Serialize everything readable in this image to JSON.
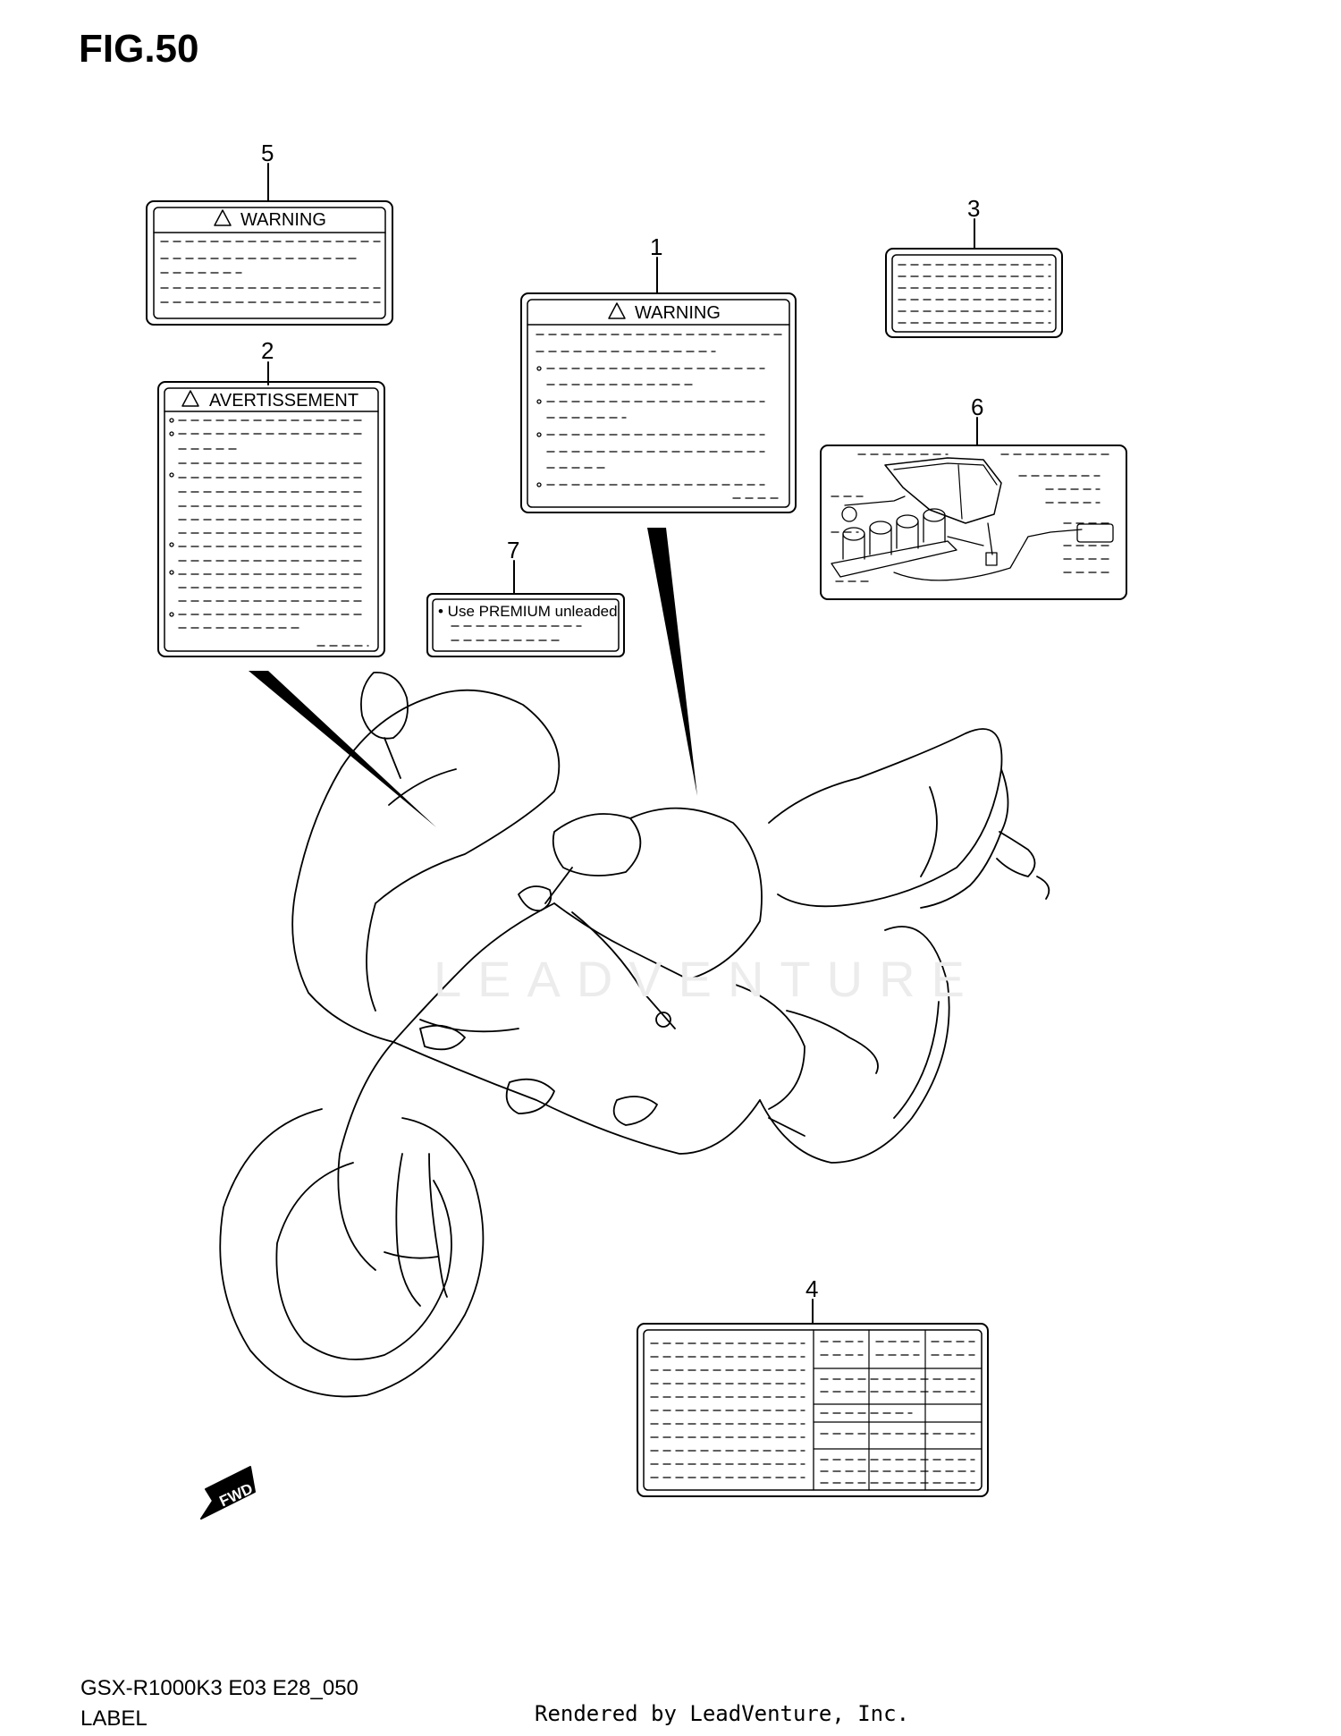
{
  "figure": {
    "title": "FIG.50",
    "model_code": "GSX-R1000K3 E03 E28_050",
    "caption": "LABEL",
    "credit": "Rendered by LeadVenture, Inc.",
    "watermark": "LEADVENTURE"
  },
  "callouts": {
    "c1": "1",
    "c2": "2",
    "c3": "3",
    "c4": "4",
    "c5": "5",
    "c6": "6",
    "c7": "7"
  },
  "labels": {
    "label1": {
      "heading": "WARNING",
      "icon": "warning-triangle-icon"
    },
    "label2": {
      "heading": "AVERTISSEMENT",
      "icon": "warning-triangle-icon"
    },
    "label5": {
      "heading": "WARNING",
      "icon": "warning-triangle-icon"
    },
    "label7": {
      "text": "• Use PREMIUM unleaded"
    }
  },
  "direction_marker": {
    "text": "FWD",
    "icon": "forward-arrow-icon"
  }
}
